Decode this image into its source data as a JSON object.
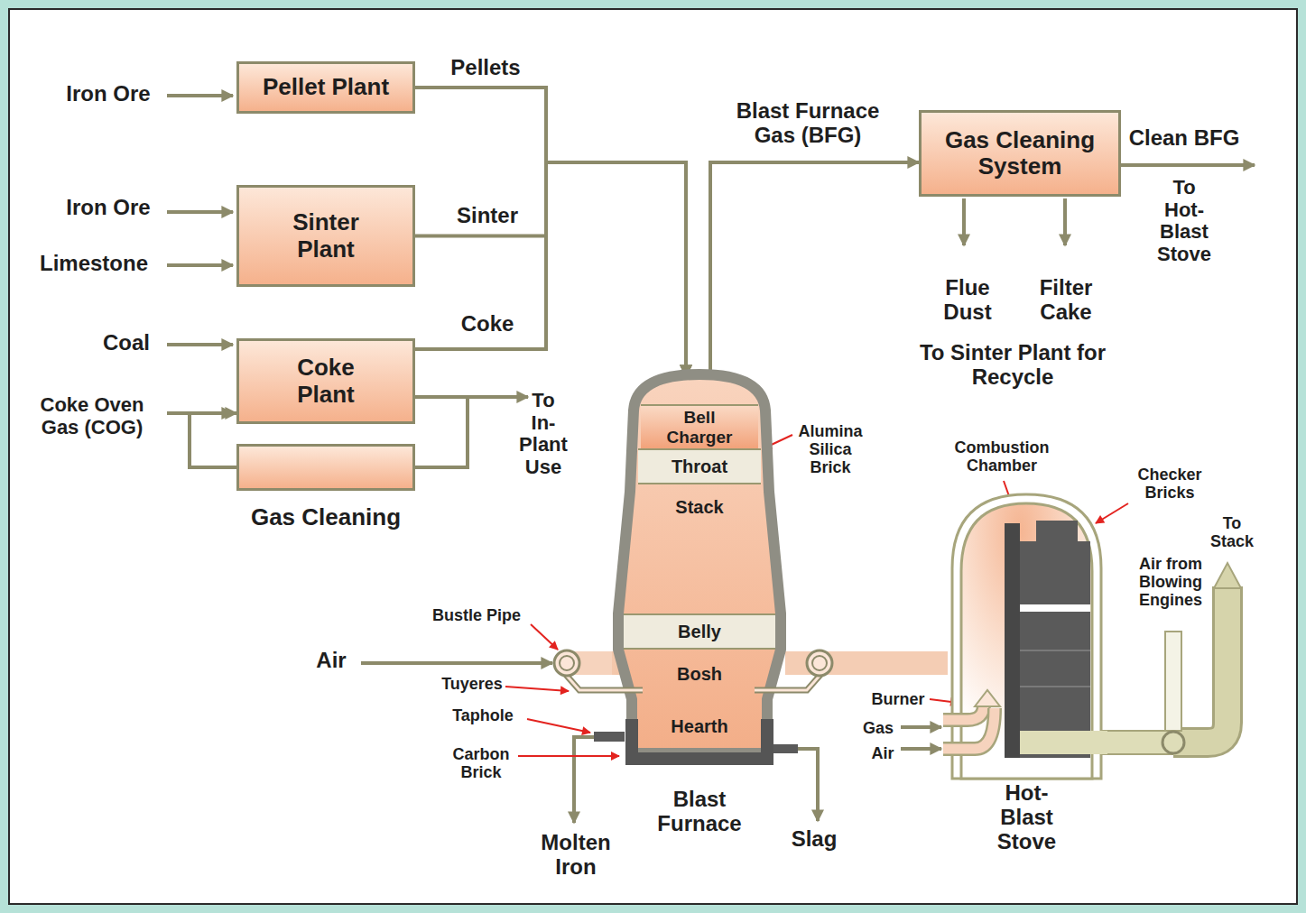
{
  "diagram": {
    "nodes": [
      {
        "text": [
          "Pellet Plant"
        ]
      },
      {
        "text": [
          "Sinter Plant"
        ]
      },
      {
        "text": [
          "Coke Plant"
        ]
      },
      {
        "text": [
          "Gas Cleaning"
        ]
      },
      {
        "text": [
          "Blast Furnace"
        ]
      },
      {
        "text": [
          "Bell Charger"
        ],
        "in": 4
      },
      {
        "text": [
          "Throat"
        ],
        "in": 4
      },
      {
        "text": [
          "Stack"
        ],
        "in": 4
      },
      {
        "text": [
          "Belly"
        ],
        "in": 4
      },
      {
        "text": [
          "Bosh"
        ],
        "in": 4
      },
      {
        "text": [
          "Hearth"
        ],
        "in": 4
      },
      {
        "text": [
          "Gas Cleaning System"
        ]
      },
      {
        "text": [
          "Hot-Blast Stove"
        ]
      }
    ],
    "edges": [
      {
        "from": 0,
        "to": 4,
        "arrow": "to",
        "label": "Pellets"
      },
      {
        "from": 1,
        "to": 4,
        "arrow": "to",
        "label": "Sinter"
      },
      {
        "from": 2,
        "to": 4,
        "arrow": "to",
        "label": "Coke"
      },
      {
        "from": 4,
        "to": 11,
        "arrow": "to",
        "label": "Blast Furnace Gas (BFG)"
      },
      {
        "from": 2,
        "to": 3,
        "arrow": "none"
      },
      {
        "from": 3,
        "to": 2,
        "arrow": "to"
      },
      {
        "from": 12,
        "to": 4,
        "arrow": "none"
      }
    ],
    "labels": [
      "Iron Ore",
      "Iron Ore",
      "Limestone",
      "Coal",
      "Coke Oven Gas (COG)",
      "To In-Plant Use",
      "Clean BFG",
      "To Hot-Blast Stove",
      "Flue Dust",
      "Filter Cake",
      "To Sinter Plant for Recycle",
      "Alumina Silica Brick",
      "Bustle Pipe",
      "Air",
      "Tuyeres",
      "Taphole",
      "Carbon Brick",
      "Molten Iron",
      "Slag",
      "Combustion Chamber",
      "Checker Bricks",
      "To Stack",
      "Air from Blowing Engines",
      "Burner",
      "Gas",
      "Air"
    ]
  }
}
